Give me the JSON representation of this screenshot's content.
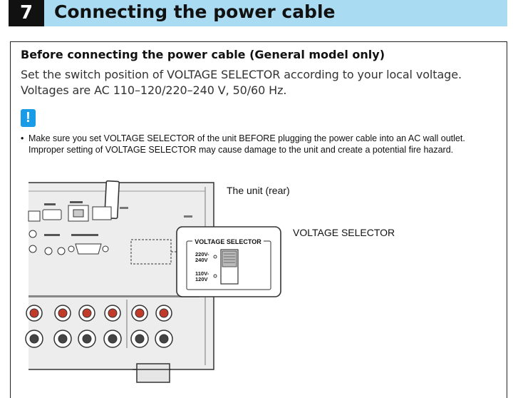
{
  "header": {
    "number": "7",
    "title": "Connecting the power cable"
  },
  "section": {
    "subtitle": "Before connecting the power cable (General model only)",
    "body_lines": [
      "Set the switch position of VOLTAGE SELECTOR according to your local voltage.",
      "Voltages are AC 110–120/220–240 V, 50/60 Hz."
    ]
  },
  "notice": {
    "icon": "exclamation-icon",
    "bullet": "•",
    "text": "Make sure you set VOLTAGE SELECTOR of the unit BEFORE plugging the power cable into an AC wall outlet. Improper setting of VOLTAGE SELECTOR may cause damage to the unit and create a potential fire hazard."
  },
  "illustration": {
    "unit_label": "The unit (rear)",
    "selector_label": "VOLTAGE SELECTOR",
    "callout": {
      "title": "VOLTAGE SELECTOR",
      "option_high": [
        "220V-",
        "240V"
      ],
      "option_low": [
        "110V-",
        "120V"
      ]
    }
  },
  "colors": {
    "header_band": "#a9dcf2",
    "number_block": "#111111",
    "notice_icon": "#1a9be8",
    "terminal_red": "#c23a2a"
  }
}
